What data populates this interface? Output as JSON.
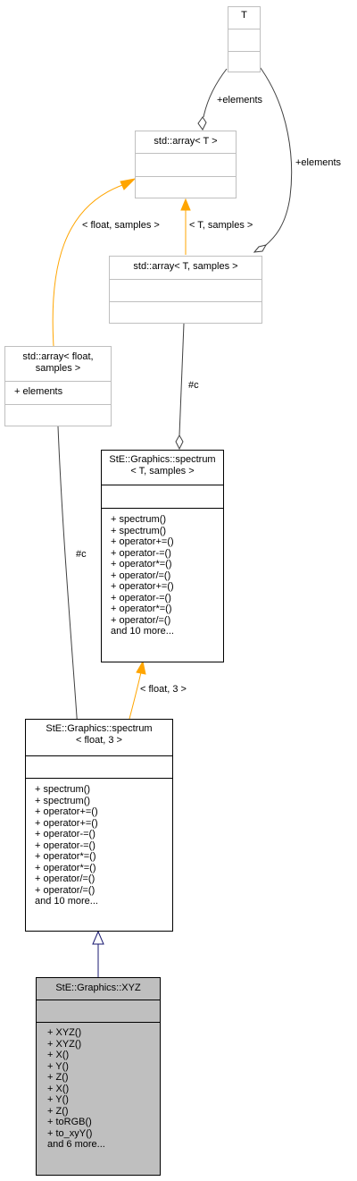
{
  "nodes": {
    "T": {
      "title": "T",
      "attributes": [],
      "methods": []
    },
    "std_array_T": {
      "title": "std::array< T >",
      "attributes": [],
      "methods": []
    },
    "std_array_T_samples": {
      "title": "std::array< T, samples >",
      "attributes": [],
      "methods": []
    },
    "std_array_float_samples": {
      "title": "std::array< float,\nsamples >",
      "attributes": [
        "+ elements"
      ],
      "methods": []
    },
    "spectrum_T_samples": {
      "title": "StE::Graphics::spectrum\n< T, samples >",
      "attributes": [],
      "methods": [
        "+ spectrum()",
        "+ spectrum()",
        "+ operator+=()",
        "+ operator-=()",
        "+ operator*=()",
        "+ operator/=()",
        "+ operator+=()",
        "+ operator-=()",
        "+ operator*=()",
        "+ operator/=()",
        "and 10 more..."
      ]
    },
    "spectrum_float_3": {
      "title": "StE::Graphics::spectrum\n< float, 3 >",
      "attributes": [],
      "methods": [
        "+ spectrum()",
        "+ spectrum()",
        "+ operator+=()",
        "+ operator+=()",
        "+ operator-=()",
        "+ operator-=()",
        "+ operator*=()",
        "+ operator*=()",
        "+ operator/=()",
        "+ operator/=()",
        "and 10 more..."
      ]
    },
    "XYZ": {
      "title": "StE::Graphics::XYZ",
      "attributes": [],
      "methods": [
        "+ XYZ()",
        "+ XYZ()",
        "+ X()",
        "+ Y()",
        "+ Z()",
        "+ X()",
        "+ Y()",
        "+ Z()",
        "+ toRGB()",
        "+ to_xyY()",
        "and 6 more..."
      ]
    }
  },
  "edge_labels": {
    "t_elements_left": "+elements",
    "t_elements_right": "+elements",
    "float_samples": "< float, samples >",
    "t_samples": "< T, samples >",
    "c_upper": "#c",
    "c_lower": "#c",
    "float_3": "< float, 3 >"
  },
  "colors": {
    "composition": "#404040",
    "template_instantiation": "#ffa500",
    "inheritance": "#191970",
    "highlight": "#bfbfbf",
    "external_border": "#bfbfbf"
  }
}
